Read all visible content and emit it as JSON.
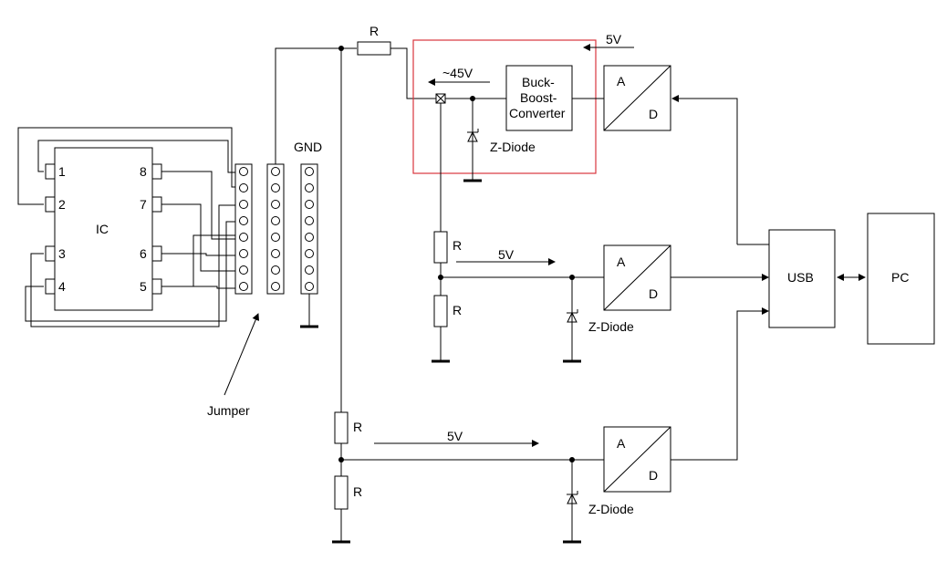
{
  "labels": {
    "ic": "IC",
    "pins": [
      "1",
      "2",
      "3",
      "4",
      "5",
      "6",
      "7",
      "8"
    ],
    "gnd": "GND",
    "jumper": "Jumper",
    "resistor": "R",
    "v5": "5V",
    "v45": "~45V",
    "buck1": "Buck-",
    "buck2": "Boost-",
    "buck3": "Converter",
    "zdiode": "Z-Diode",
    "adc_a": "A",
    "adc_d": "D",
    "usb": "USB",
    "pc": "PC"
  },
  "colors": {
    "highlight_box": "#d9363e",
    "wire": "#000000"
  }
}
